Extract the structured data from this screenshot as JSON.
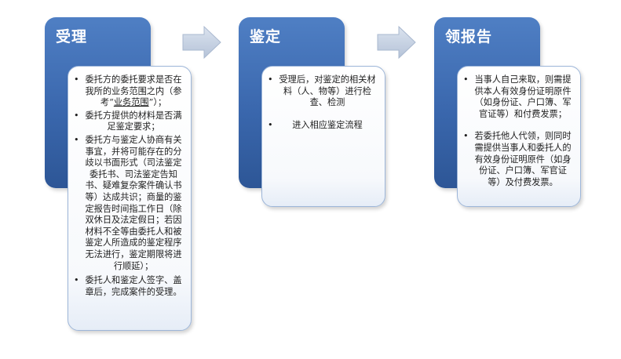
{
  "stages": [
    {
      "title": "受理",
      "items": [
        {
          "pre": "委托方的委托要求是否在我所的业务范围之内（参考“",
          "link": "业务范围",
          "post": "”）；"
        },
        {
          "text": "委托方提供的材料是否满足鉴定要求；"
        },
        {
          "text": "委托方与鉴定人协商有关事宜，并将可能存在的分歧以书面形式（司法鉴定委托书、司法鉴定告知书、疑难复杂案件确认书等）达成共识；商量的鉴定报告时间指工作日（除双休日及法定假日；若因材料不全等由委托人和被鉴定人所造成的鉴定程序无法进行，鉴定期限将进行顺延）；"
        },
        {
          "text": "委托人和鉴定人签字、盖章后，完成案件的受理。"
        }
      ]
    },
    {
      "title": "鉴定",
      "items": [
        {
          "text": "受理后，对鉴定的相关材料（人、物等）进行检查、检测"
        },
        {
          "text": "进入相应鉴定流程"
        }
      ]
    },
    {
      "title": "领报告",
      "items": [
        {
          "text": "当事人自己来取，则需提供本人有效身份证明原件（如身份证、户口簿、军官证等）和付费发票；"
        },
        {
          "text": "若委托他人代领，则同时需提供当事人和委托人的有效身份证明原件（如身份证、户口簿、军官证等）及付费发票。"
        }
      ]
    }
  ],
  "colors": {
    "stage_fill": "#3a67ad",
    "card_border": "#9db6d9",
    "arrow_fill": "#c6d2e4",
    "text": "#1e1e1e"
  }
}
